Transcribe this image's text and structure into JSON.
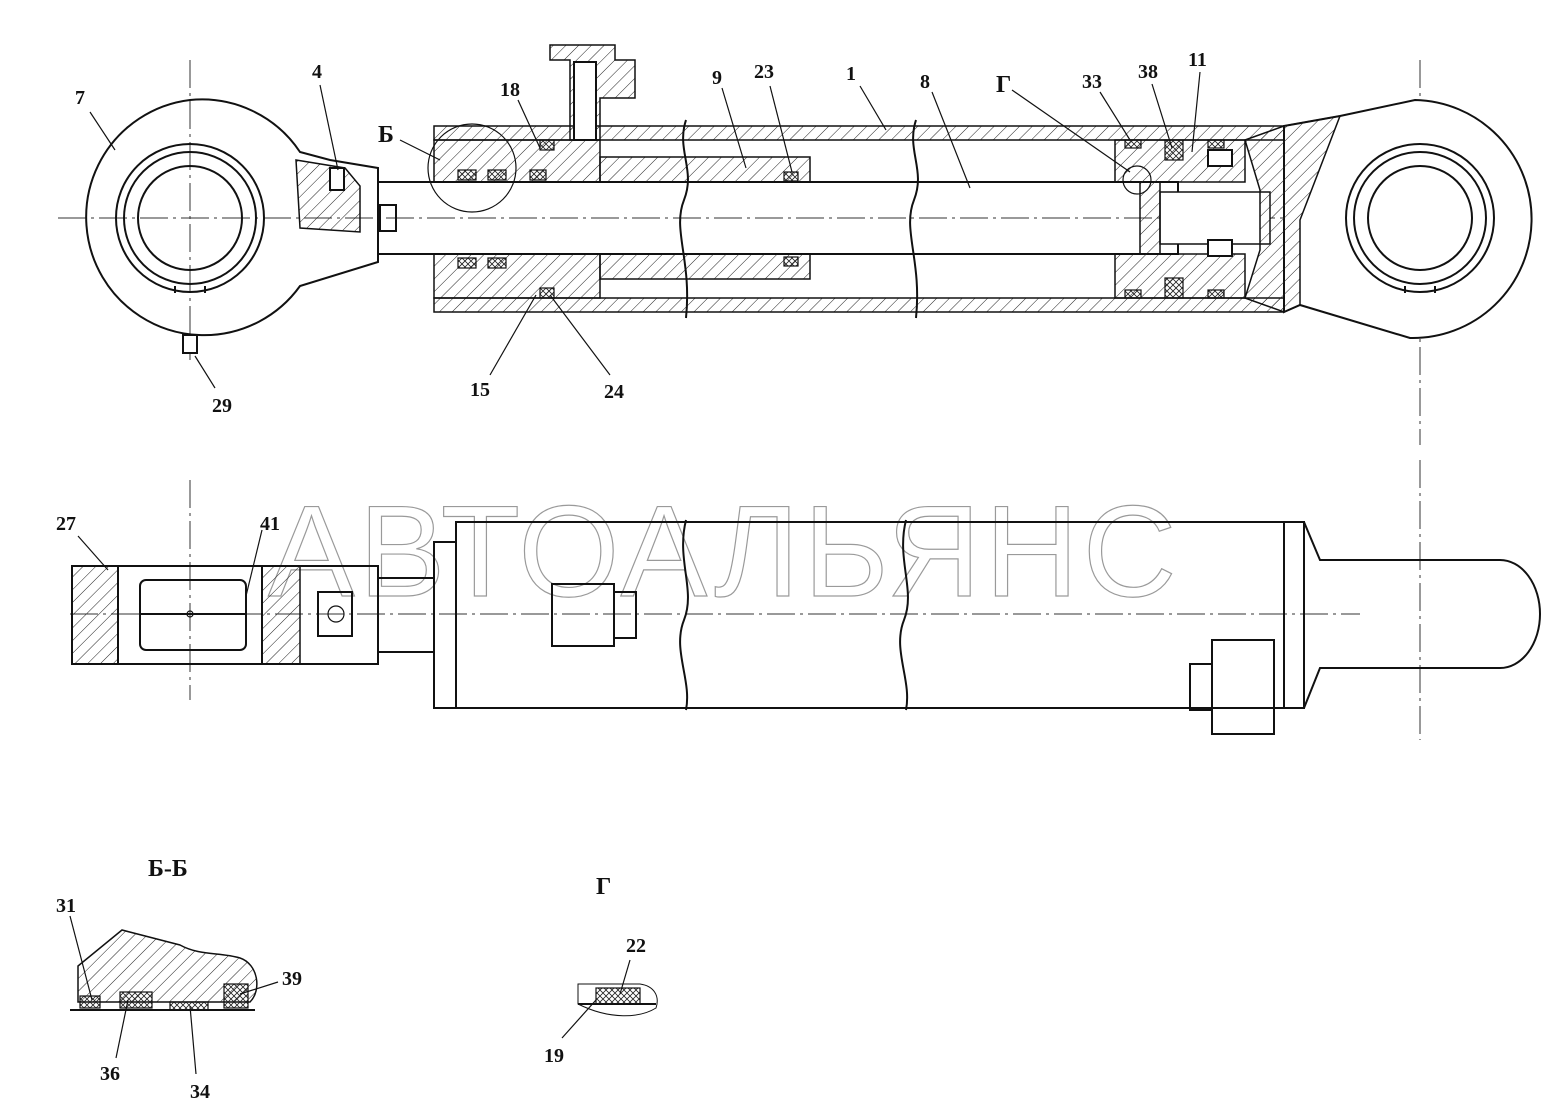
{
  "watermark": "АВТОАЛЬЯНС",
  "view_labels": {
    "section_b_ref": "Б",
    "detail_g_ref": "Г",
    "section_b_title": "Б-Б",
    "detail_g_title": "Г"
  },
  "callouts": {
    "c1": "1",
    "c4": "4",
    "c7": "7",
    "c8": "8",
    "c9": "9",
    "c11": "11",
    "c15": "15",
    "c18": "18",
    "c23": "23",
    "c24": "24",
    "c29": "29",
    "c33": "33",
    "c38": "38",
    "c27": "27",
    "c41": "41",
    "c31": "31",
    "c36": "36",
    "c34": "34",
    "c39": "39",
    "c22": "22",
    "c19": "19"
  }
}
